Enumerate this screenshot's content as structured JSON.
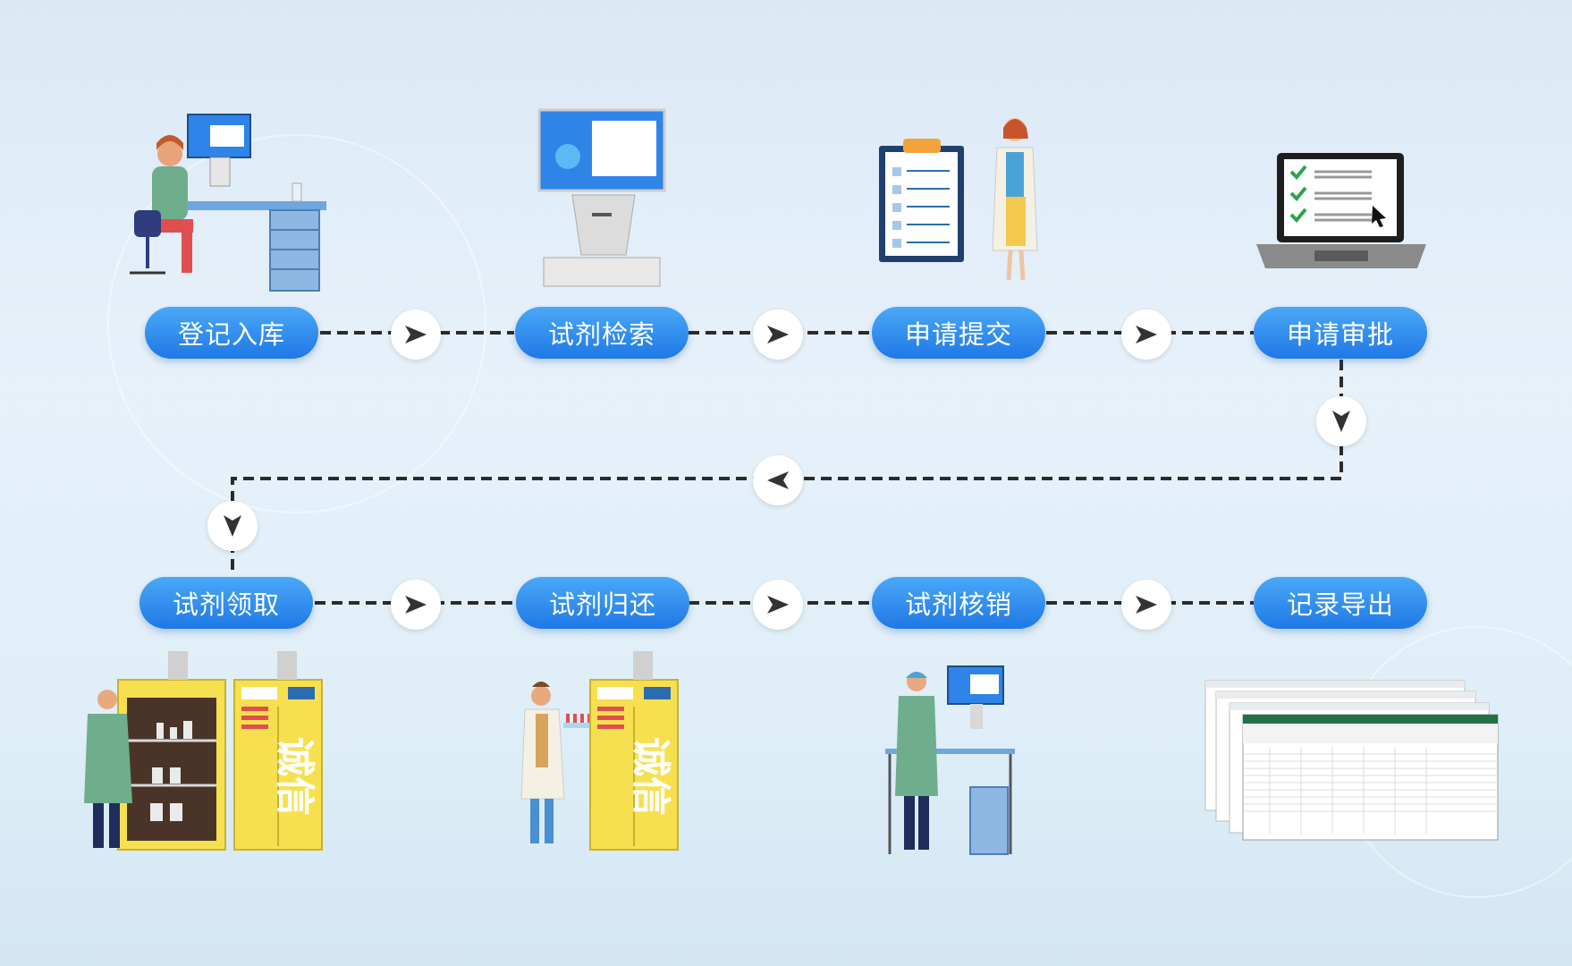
{
  "steps_top": [
    {
      "label": "登记入库"
    },
    {
      "label": "试剂检索"
    },
    {
      "label": "申请提交"
    },
    {
      "label": "申请审批"
    }
  ],
  "steps_bottom": [
    {
      "label": "试剂领取"
    },
    {
      "label": "试剂归还"
    },
    {
      "label": "试剂核销"
    },
    {
      "label": "记录导出"
    }
  ],
  "cabinet_logo": "诚信",
  "colors": {
    "pill_top": "#4aa8f7",
    "pill_bottom": "#1f78e6",
    "connector": "#2b2b2b",
    "arrow": "#333333",
    "cabinet_yellow": "#f7e04f"
  },
  "icons": [
    "arrow-right-icon",
    "arrow-down-icon",
    "arrow-left-icon"
  ]
}
